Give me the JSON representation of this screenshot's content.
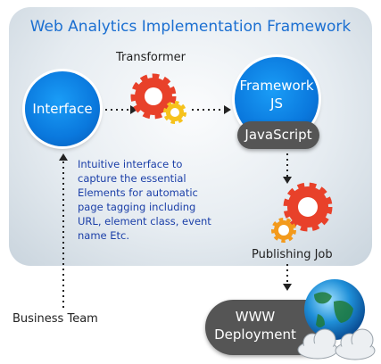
{
  "title": "Web Analytics Implementation Framework",
  "nodes": {
    "interface": "Interface",
    "transformer": "Transformer",
    "framework_line1": "Framework",
    "framework_line2": "JS",
    "javascript": "JavaScript",
    "publishing_job": "Publishing Job",
    "www_line1": "WWW",
    "www_line2": "Deployment",
    "business_team": "Business Team"
  },
  "description_lines": [
    "Intuitive interface to",
    "capture the essential",
    "Elements for automatic",
    "page tagging including",
    "URL, element class, event",
    "name Etc."
  ],
  "colors": {
    "title": "#1b6fd1",
    "circle_blue": "#0a78dd",
    "pill_gray": "#555555",
    "gear_red": "#e8412a",
    "gear_orange": "#f39a1c",
    "gear_yellow": "#f6c21c",
    "description": "#1b3fa8"
  },
  "icons": [
    "gear-icon",
    "globe-icon",
    "cloud-icon",
    "arrow-icon"
  ]
}
